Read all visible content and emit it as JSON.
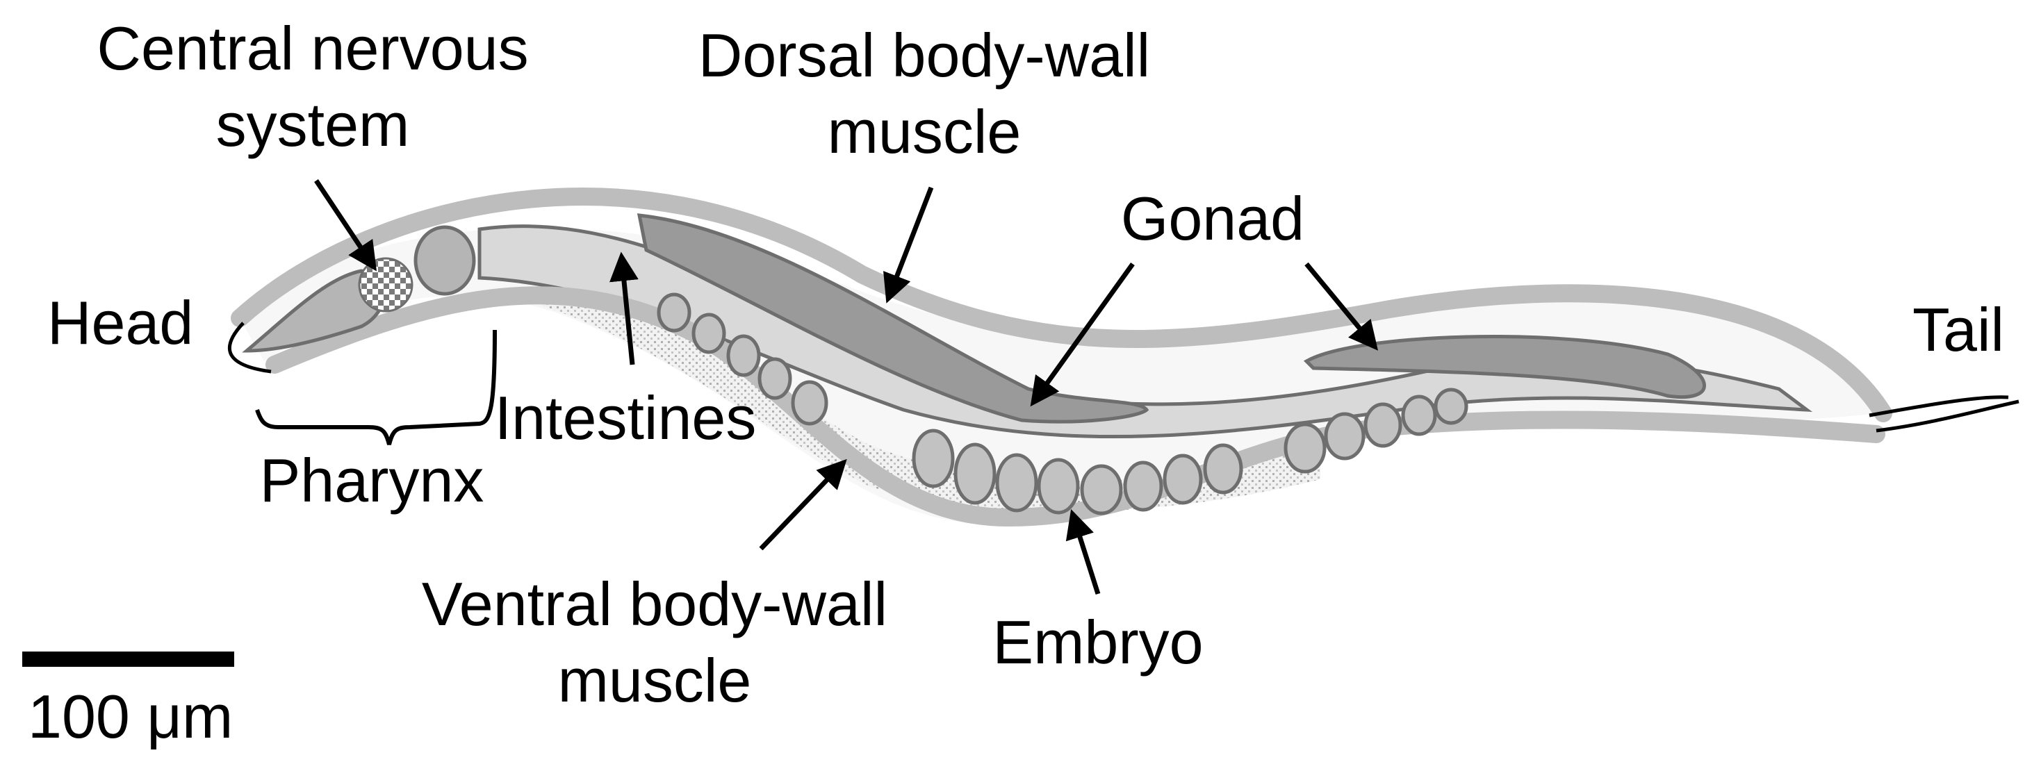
{
  "labels": {
    "cns_line1": "Central nervous",
    "cns_line2": "system",
    "dorsal_line1": "Dorsal body-wall",
    "dorsal_line2": "muscle",
    "gonad": "Gonad",
    "head": "Head",
    "tail": "Tail",
    "intestines": "Intestines",
    "pharynx": "Pharynx",
    "ventral_line1": "Ventral body-wall",
    "ventral_line2": "muscle",
    "embryo": "Embryo"
  },
  "scale_bar": {
    "label": "100 μm"
  },
  "colors": {
    "body_wall": "#bdbdbd",
    "intestine": "#d9d9d9",
    "gonad": "#9a9a9a",
    "pharynx": "#b5b5b5",
    "embryo": "#c2c2c2",
    "outline": "#6e6e6e"
  }
}
